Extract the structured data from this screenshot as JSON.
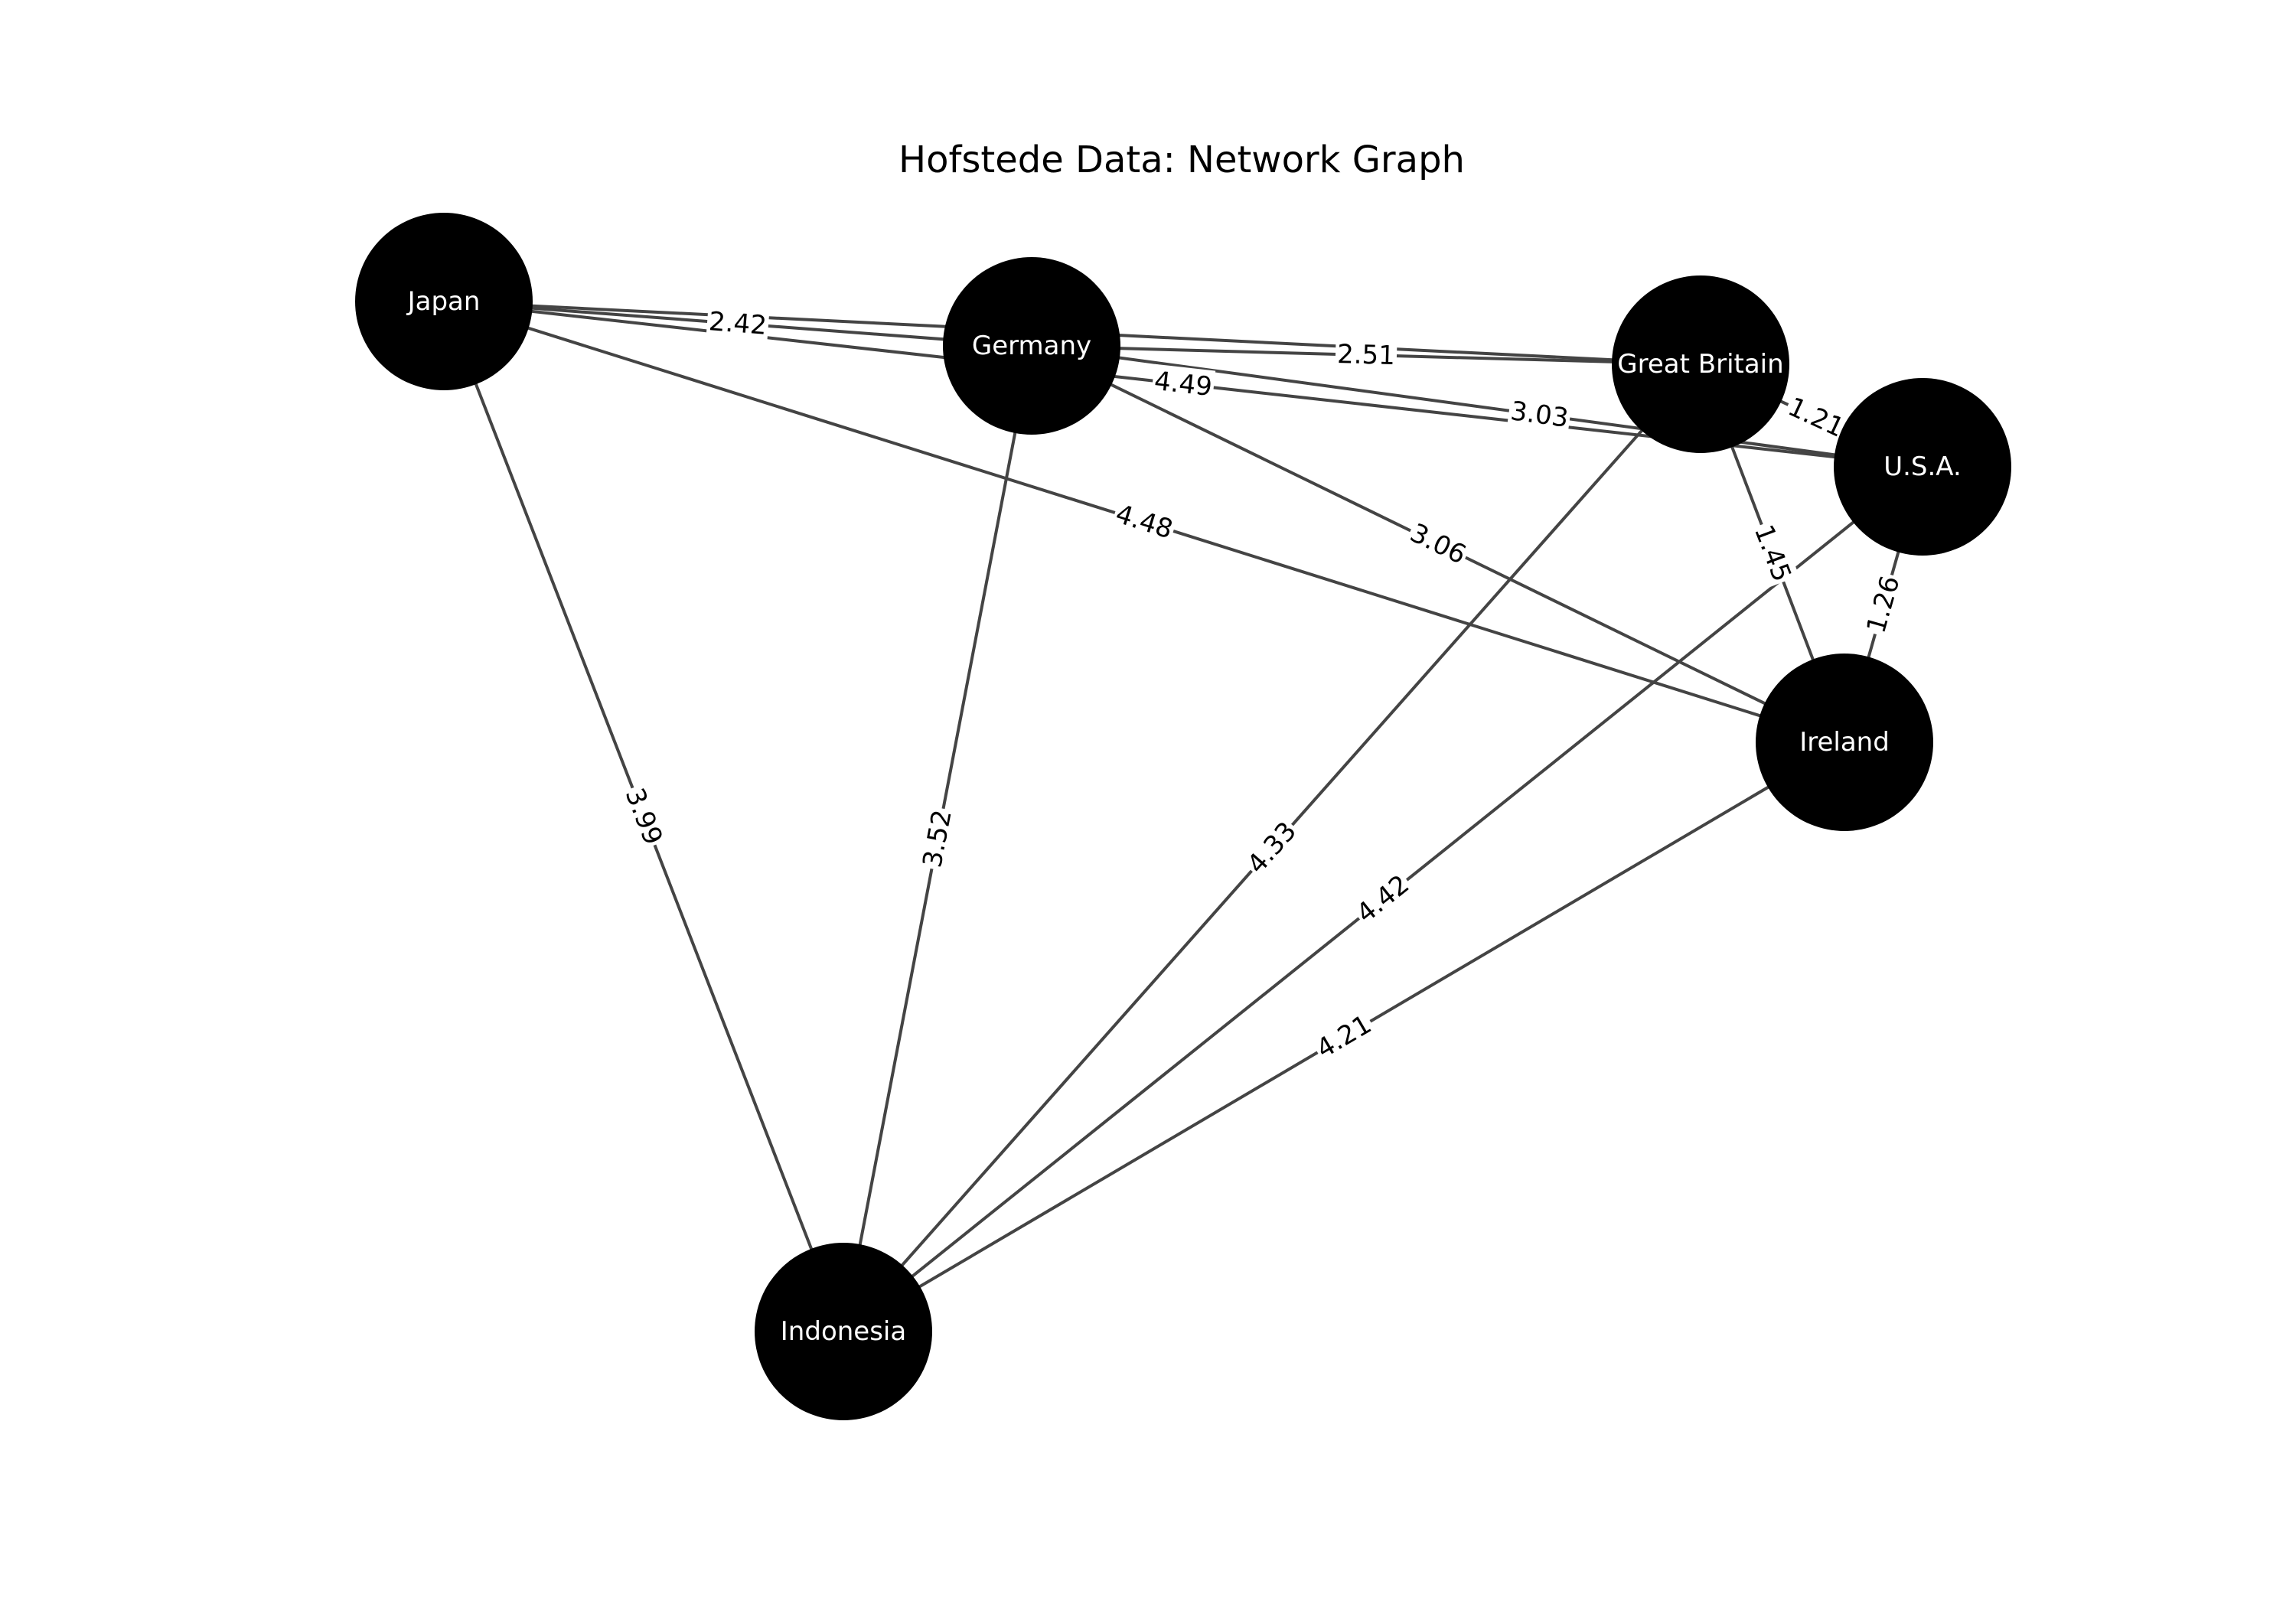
{
  "title": "Hofstede Data: Network Graph",
  "colors": {
    "node_fill": "#000000",
    "node_label": "#ffffff",
    "edge": "#444444",
    "edge_label": "#000000",
    "background": "#ffffff"
  },
  "nodes": [
    {
      "id": "japan",
      "label": "Japan"
    },
    {
      "id": "germany",
      "label": "Germany"
    },
    {
      "id": "great_britain",
      "label": "Great Britain"
    },
    {
      "id": "usa",
      "label": "U.S.A."
    },
    {
      "id": "ireland",
      "label": "Ireland"
    },
    {
      "id": "indonesia",
      "label": "Indonesia"
    }
  ],
  "edges": [
    {
      "source": "japan",
      "target": "germany",
      "weight": "2.42"
    },
    {
      "source": "japan",
      "target": "great_britain",
      "weight": "2.51"
    },
    {
      "source": "japan",
      "target": "usa",
      "weight": "4.49"
    },
    {
      "source": "japan",
      "target": "ireland",
      "weight": "4.48"
    },
    {
      "source": "japan",
      "target": "indonesia",
      "weight": "3.99"
    },
    {
      "source": "germany",
      "target": "great_britain",
      "weight": "2.51"
    },
    {
      "source": "germany",
      "target": "usa",
      "weight": "3.03"
    },
    {
      "source": "germany",
      "target": "ireland",
      "weight": "3.06"
    },
    {
      "source": "germany",
      "target": "indonesia",
      "weight": "3.52"
    },
    {
      "source": "great_britain",
      "target": "usa",
      "weight": "1.21"
    },
    {
      "source": "great_britain",
      "target": "ireland",
      "weight": "1.45"
    },
    {
      "source": "great_britain",
      "target": "indonesia",
      "weight": "4.33"
    },
    {
      "source": "usa",
      "target": "ireland",
      "weight": "1.26"
    },
    {
      "source": "usa",
      "target": "indonesia",
      "weight": "4.42"
    },
    {
      "source": "ireland",
      "target": "indonesia",
      "weight": "4.21"
    }
  ]
}
